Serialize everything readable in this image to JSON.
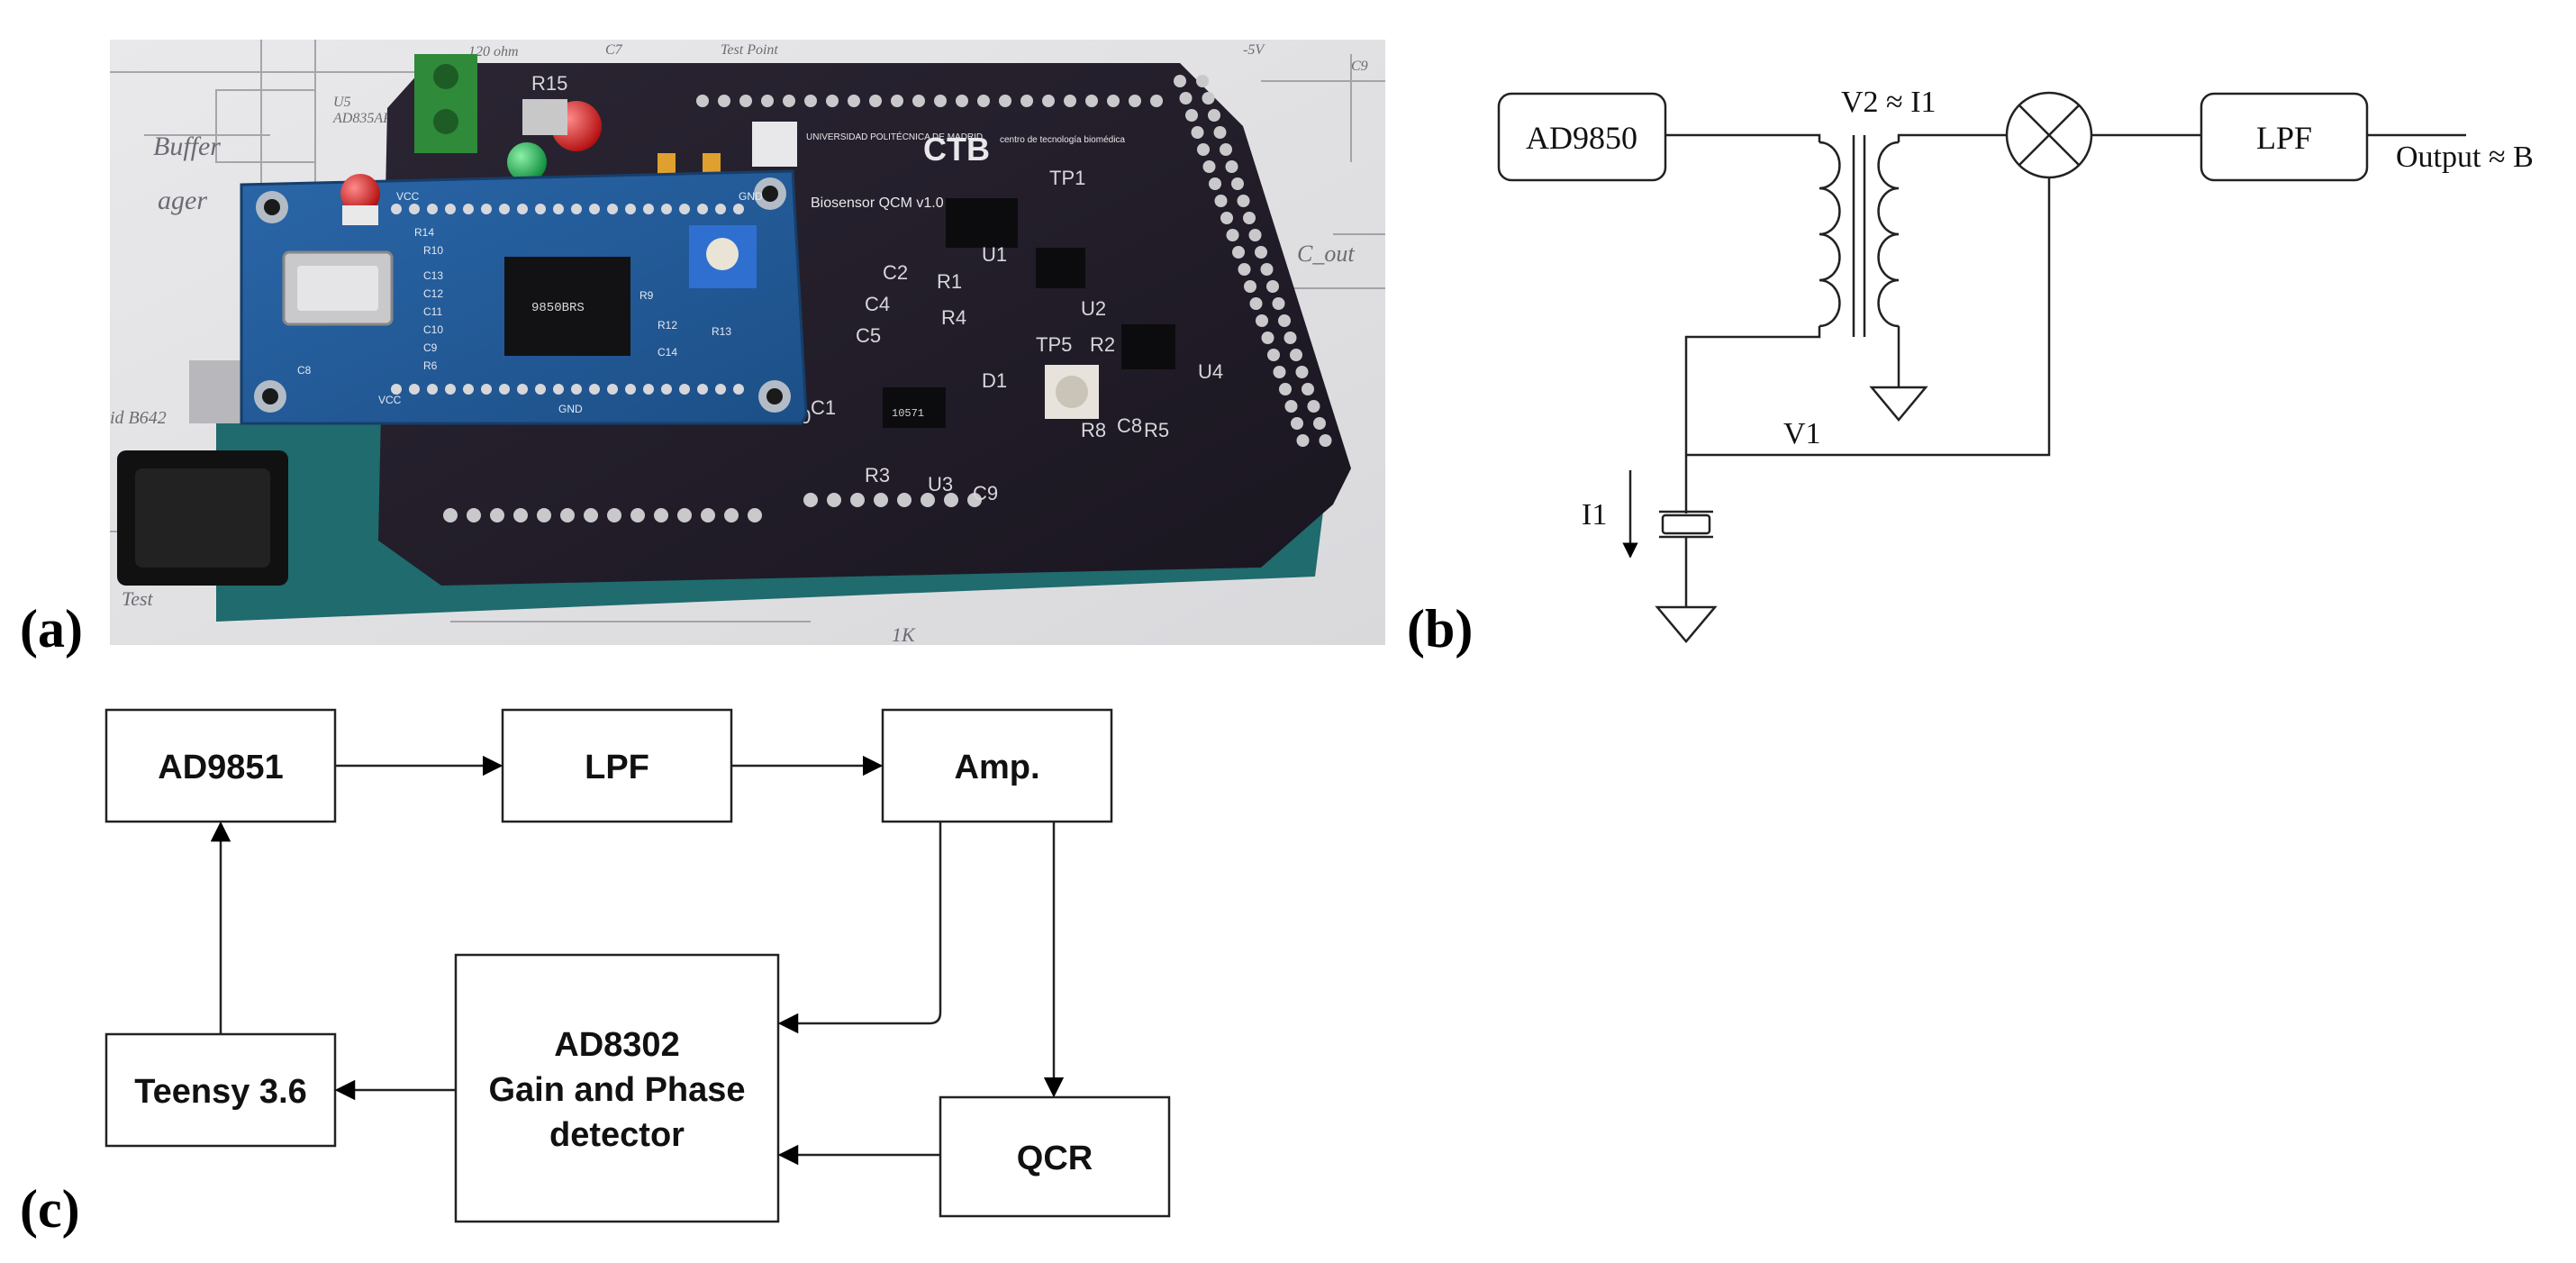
{
  "panels": {
    "a": {
      "label": "(a)",
      "photo": {
        "sheet_texts": {
          "resistor": "120 ohm",
          "test_point": "Test Point",
          "cap": "C7",
          "u5": "U5",
          "ad835": "AD835AR",
          "voltage": "-5V",
          "c9": "C9",
          "buffer1": "Buffer",
          "buffer2": "ager",
          "cout": "C_out",
          "bid": "id B642",
          "test": "Test",
          "one_k": "1K"
        },
        "dds_module": {
          "labels": [
            "VCC",
            "GND",
            "R14",
            "R10",
            "C13",
            "C12",
            "C11",
            "C10",
            "C9",
            "R6",
            "R9",
            "R12",
            "C14",
            "C8",
            "VCC",
            "GND",
            "R13"
          ],
          "chip_text": "9850BRS"
        },
        "pcb": {
          "logo_university": "UNIVERSIDAD POLITÉCNICA DE MADRID",
          "logo_ctb": "CTB",
          "logo_ctb_sub": "centro de tecnología biomédica",
          "board_name": "Biosensor QCM v1.0",
          "silkscreen": [
            "R15",
            "TP1",
            "U1",
            "R1",
            "C4",
            "C5",
            "R4",
            "U2",
            "D1",
            "TP5",
            "R2",
            "R8",
            "C8",
            "R5",
            "U4",
            "C1",
            "C10",
            "R3",
            "U3",
            "C9",
            "C2"
          ],
          "chip_code": "10571"
        }
      }
    },
    "b": {
      "label": "(b)",
      "blocks": {
        "source": "AD9850",
        "filter": "LPF"
      },
      "labels": {
        "v2": "V2 ≈ I1",
        "v1": "V1",
        "i1": "I1",
        "output": "Output ≈ B"
      }
    },
    "c": {
      "label": "(c)",
      "blocks": {
        "ad9851": "AD9851",
        "lpf": "LPF",
        "amp": "Amp.",
        "teensy": "Teensy 3.6",
        "ad8302_line1": "AD8302",
        "ad8302_line2": "Gain and Phase",
        "ad8302_line3": "detector",
        "qcr": "QCR"
      }
    }
  }
}
